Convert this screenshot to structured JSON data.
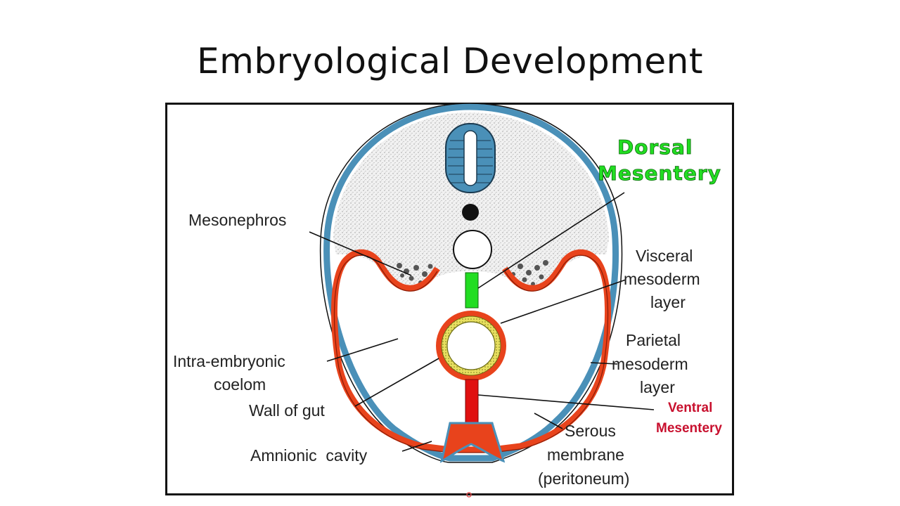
{
  "slide": {
    "title": "Embryological Development"
  },
  "diagram": {
    "labels": {
      "dorsal_mesentery_line1": "Dorsal",
      "dorsal_mesentery_line2": "Mesentery",
      "mesonephros": "Mesonephros",
      "visceral_line1": "Visceral",
      "visceral_line2": "mesoderm",
      "visceral_line3": "layer",
      "intra_line1": "Intra-embryonic",
      "intra_line2": "coelom",
      "parietal_line1": "Parietal",
      "parietal_line2": "mesoderm",
      "parietal_line3": "layer",
      "wall_of_gut": "Wall of gut",
      "ventral_line1": "Ventral",
      "ventral_line2": "Mesentery",
      "serous_line1": "Serous",
      "serous_line2": "membrane",
      "serous_line3": "(peritoneum)",
      "amnionic_cavity": "Amnionic  cavity"
    },
    "colors": {
      "mesoderm_red": "#e8431c",
      "dorsal_mesentery_green": "#22dd22",
      "ventral_mesentery_red": "#e01010",
      "ectoderm_blue": "#4a90b8",
      "gut_yellow": "#e8e060",
      "annotation_red": "#c8102e"
    }
  }
}
